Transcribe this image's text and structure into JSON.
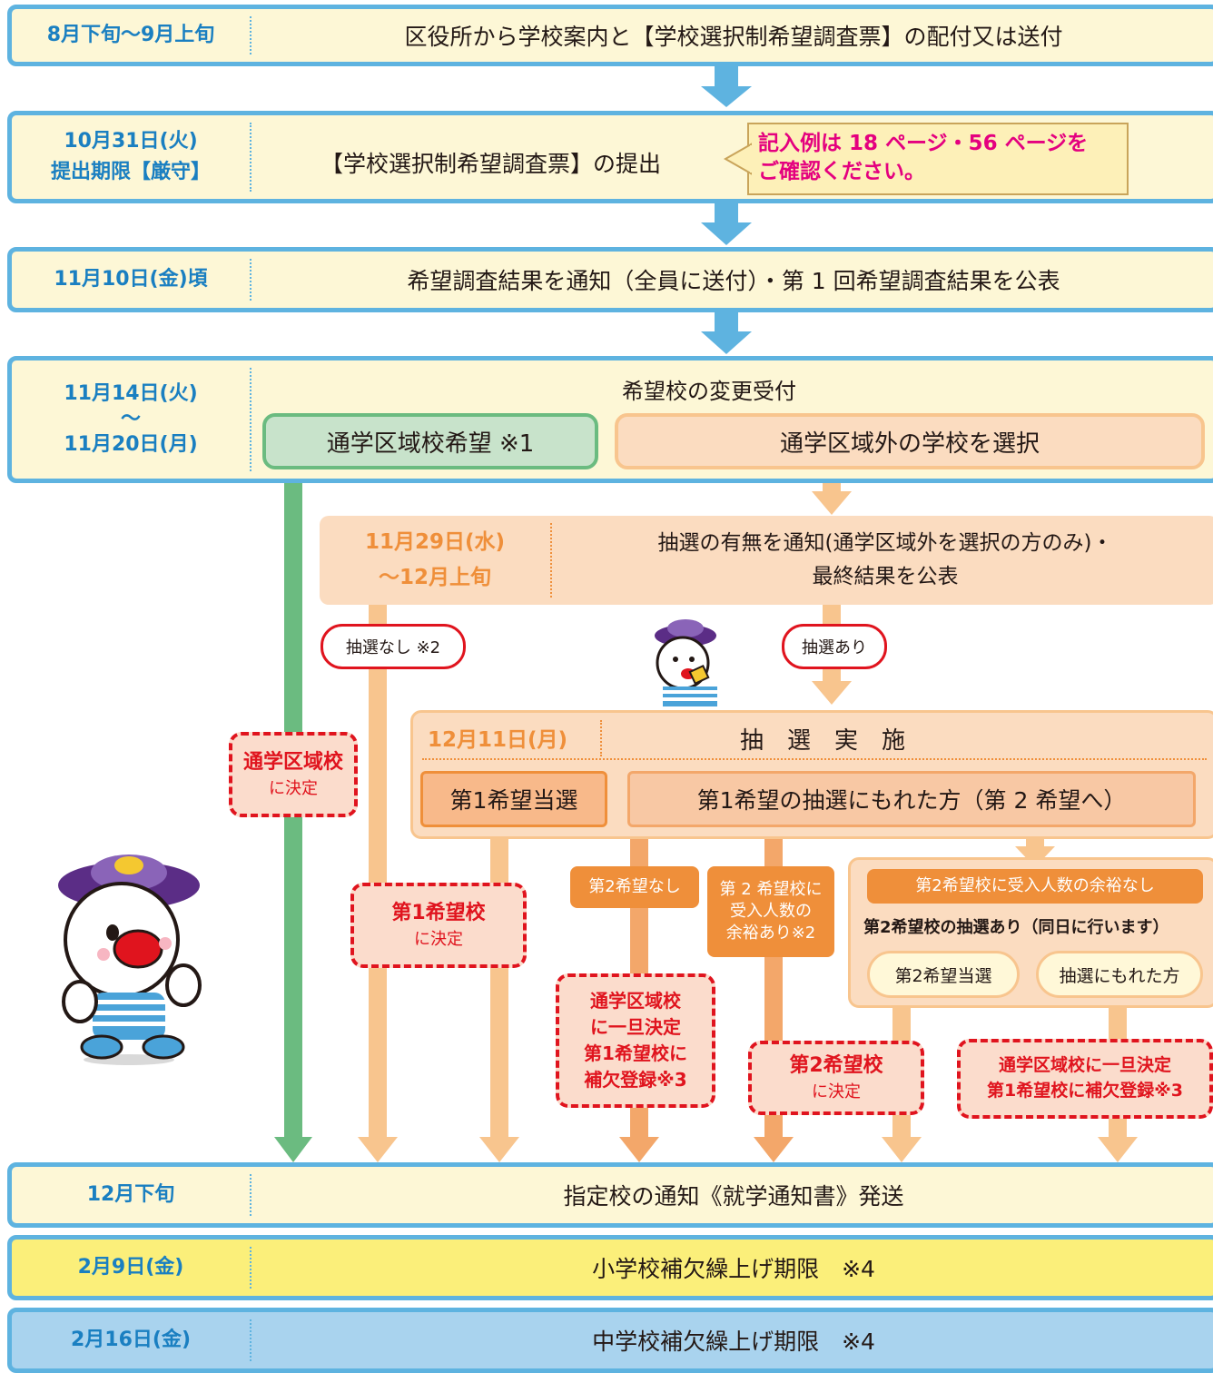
{
  "rows": {
    "r1": {
      "date1": "8月下旬〜9月上旬",
      "text": "区役所から学校案内と【学校選択制希望調査票】の配付又は送付"
    },
    "r2": {
      "date1": "10月31日(火)",
      "date2": "提出期限【厳守】",
      "text": "【学校選択制希望調査票】の提出",
      "callout1": "記入例は 18 ページ・56 ページを",
      "callout2": "ご確認ください。"
    },
    "r3": {
      "date1": "11月10日(金)頃",
      "text": "希望調査結果を通知（全員に送付）・第 1 回希望調査結果を公表"
    },
    "r4": {
      "date1": "11月14日(火)",
      "date_mid": "〜",
      "date2": "11月20日(月)",
      "title": "希望校の変更受付",
      "green": "通学区域校希望 ※1",
      "orange": "通学区域外の学校を選択"
    },
    "r5": {
      "date1": "11月29日(水)",
      "date2": "〜12月上旬",
      "text1": "抽選の有無を通知(通学区域外を選択の方のみ)・",
      "text2": "最終結果を公表"
    },
    "r6": {
      "date1": "12月下旬",
      "text": "指定校の通知《就学通知書》発送"
    },
    "r7": {
      "date1": "2月9日(金)",
      "text": "小学校補欠繰上げ期限　※4"
    },
    "r8": {
      "date1": "2月16日(金)",
      "text": "中学校補欠繰上げ期限　※4"
    }
  },
  "lottery": {
    "none": "抽選なし ※2",
    "yes": "抽選あり",
    "date": "12月11日(月)",
    "title": "抽　選　実　施",
    "win1": "第1希望当選",
    "lose1": "第1希望の抽選にもれた方（第 2 希望へ）",
    "no2": "第2希望なし",
    "room1": "第 2 希望校に",
    "room2": "受入人数の",
    "room3": "余裕あり※2",
    "noroom": "第2希望校に受入人数の余裕なし",
    "lottery2": "第2希望校の抽選あり（同日に行います）",
    "win2": "第2希望当選",
    "lose2": "抽選にもれた方"
  },
  "outcomes": {
    "area_b": "通学区域校",
    "area_s": "に決定",
    "first_b": "第1希望校",
    "first_s": "に決定",
    "tmp1": "通学区域校",
    "tmp2": "に一旦決定",
    "tmp3": "第1希望校に",
    "tmp4": "補欠登録※3",
    "second_b": "第2希望校",
    "second_s": "に決定",
    "tmp5": "通学区域校に一旦決定",
    "tmp6": "第1希望校に補欠登録※3"
  },
  "colors": {
    "blue": "#5eb3e0",
    "cream": "#fdf7d6",
    "orange_light": "#f8c58e",
    "orange": "#ef8f3a",
    "green": "#6bbb80",
    "red": "#e0141e",
    "date_blue": "#1a7fc1",
    "yellow": "#fbef7a",
    "lightblue": "#a9d3ee"
  }
}
